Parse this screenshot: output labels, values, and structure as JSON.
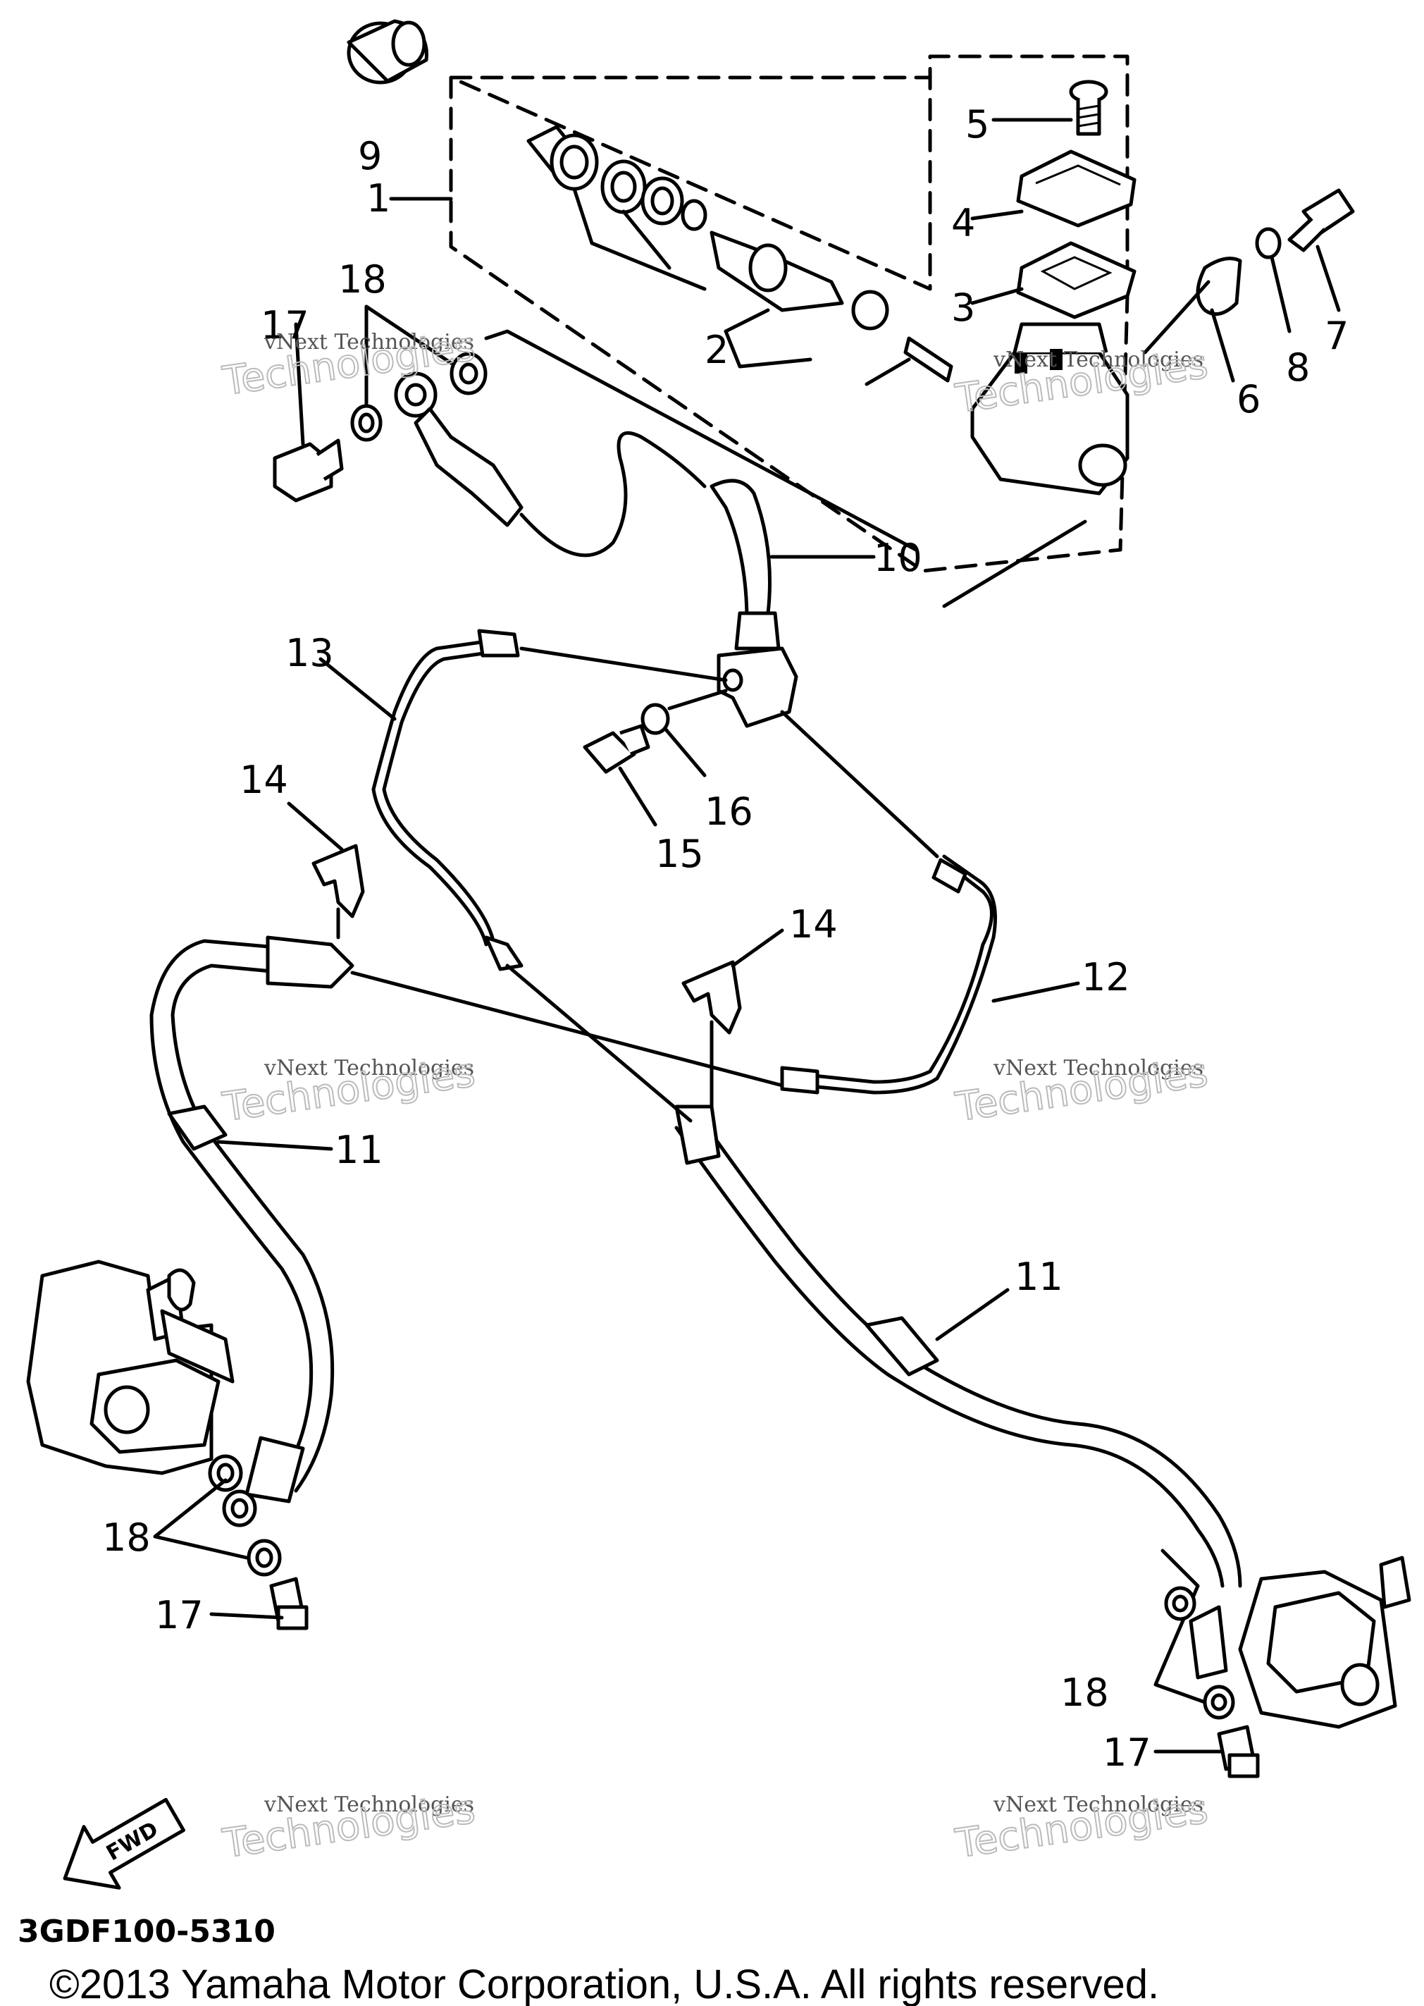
{
  "callouts": [
    "1",
    "2",
    "3",
    "4",
    "5",
    "6",
    "7",
    "8",
    "9",
    "10",
    "11",
    "11",
    "12",
    "13",
    "14",
    "14",
    "15",
    "16",
    "17",
    "17",
    "17",
    "18",
    "18",
    "18"
  ],
  "watermark": {
    "line1": "vNext Technologies",
    "line2": "Technologies"
  },
  "fwd_label": "FWD",
  "diagram_code": "3GDF100-5310",
  "copyright": "©2013 Yamaha Motor Corporation, U.S.A. All rights reserved."
}
